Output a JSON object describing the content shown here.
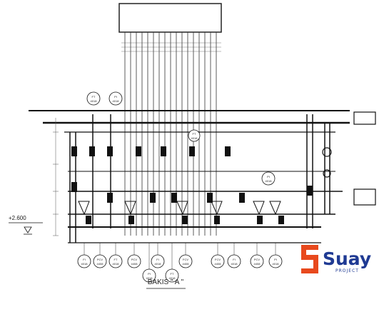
{
  "view_title": "BAKIS \" A \"",
  "elevation_label": "+2.600",
  "logo": {
    "name": "Suay",
    "sub": "PROJECT",
    "color": "#1f3a93",
    "accent": "#e8491d"
  },
  "instrument_bubbles_bottom": [
    {
      "tag": "FI",
      "num": "4018"
    },
    {
      "tag": "PCV",
      "num": "4408"
    },
    {
      "tag": "FT",
      "num": "4018"
    },
    {
      "tag": "PCV",
      "num": "4408"
    },
    {
      "tag": "FI",
      "num": "4018"
    },
    {
      "tag": "PI",
      "num": "4018"
    },
    {
      "tag": "FT",
      "num": "4018"
    },
    {
      "tag": "FCV",
      "num": "4408"
    },
    {
      "tag": "FCV",
      "num": "4408"
    },
    {
      "tag": "FI",
      "num": "4018"
    },
    {
      "tag": "PCV",
      "num": "4408"
    },
    {
      "tag": "PI",
      "num": "4018"
    }
  ],
  "instrument_bubbles_top": [
    {
      "tag": "FT",
      "num": "4018"
    },
    {
      "tag": "PI",
      "num": "4018"
    },
    {
      "tag": "FT",
      "num": "4018"
    },
    {
      "tag": "PI",
      "num": "4018"
    }
  ]
}
